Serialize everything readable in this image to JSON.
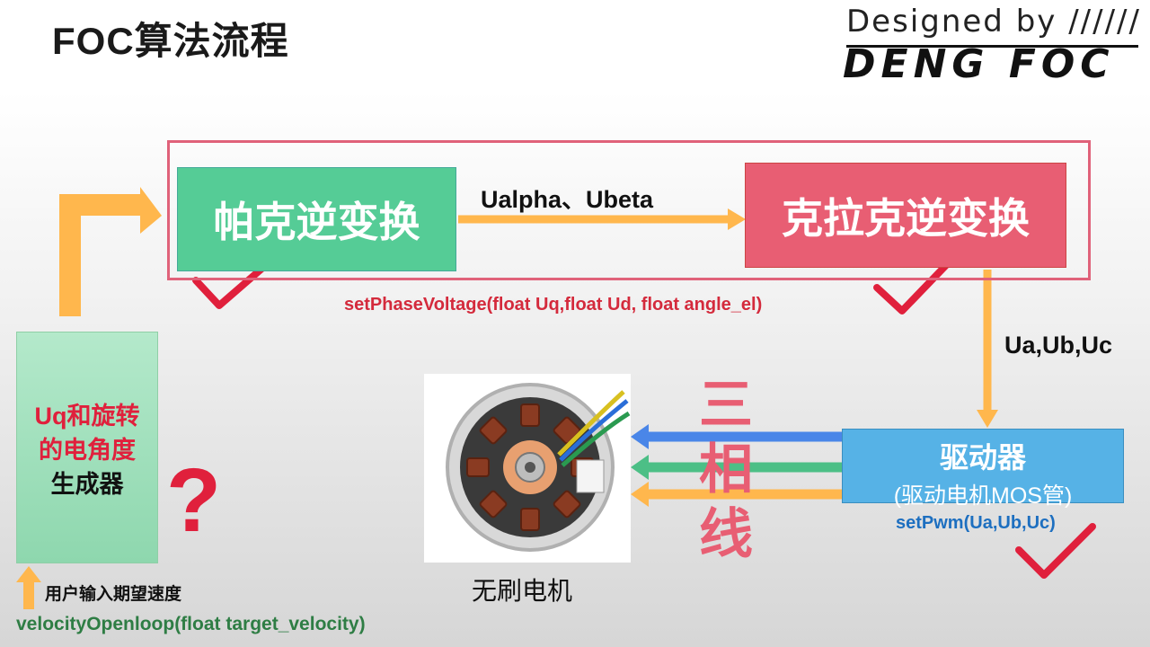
{
  "header": {
    "title": "FOC算法流程",
    "brand_line1": "Designed by //////",
    "brand_line2": "DENG FOC"
  },
  "blocks": {
    "inverse_park": "帕克逆变换",
    "inverse_clarke": "克拉克逆变换",
    "driver_title": "驱动器",
    "driver_subtitle": "(驱动电机MOS管)",
    "generator_line1": "Uq和旋转",
    "generator_line2": "的电角度",
    "generator_line3": "生成器",
    "motor_label": "无刷电机"
  },
  "signals": {
    "park_to_clarke": "Ualpha、Ubeta",
    "clarke_to_driver": "Ua,Ub,Uc",
    "three_phase": [
      "三",
      "相",
      "线"
    ]
  },
  "functions": {
    "set_phase_voltage": "setPhaseVoltage(float Uq,float Ud, float angle_el)",
    "set_pwm": "setPwm(Ua,Ub,Uc)",
    "velocity_openloop": "velocityOpenloop(float target_velocity)"
  },
  "annotations": {
    "user_input": "用户输入期望速度",
    "unknown_mark": "?"
  },
  "colors": {
    "arrow_orange": "#ffb74d",
    "check_red": "#e0203c",
    "frame_red": "#e0627a",
    "park_green": "#55cc96",
    "clarke_red": "#e85e73",
    "driver_blue": "#56b2e6",
    "wire_blue": "#4a86e8",
    "wire_green": "#4cbf86"
  },
  "icons": [
    "check-icon",
    "motor-image",
    "arrow-up-icon"
  ]
}
